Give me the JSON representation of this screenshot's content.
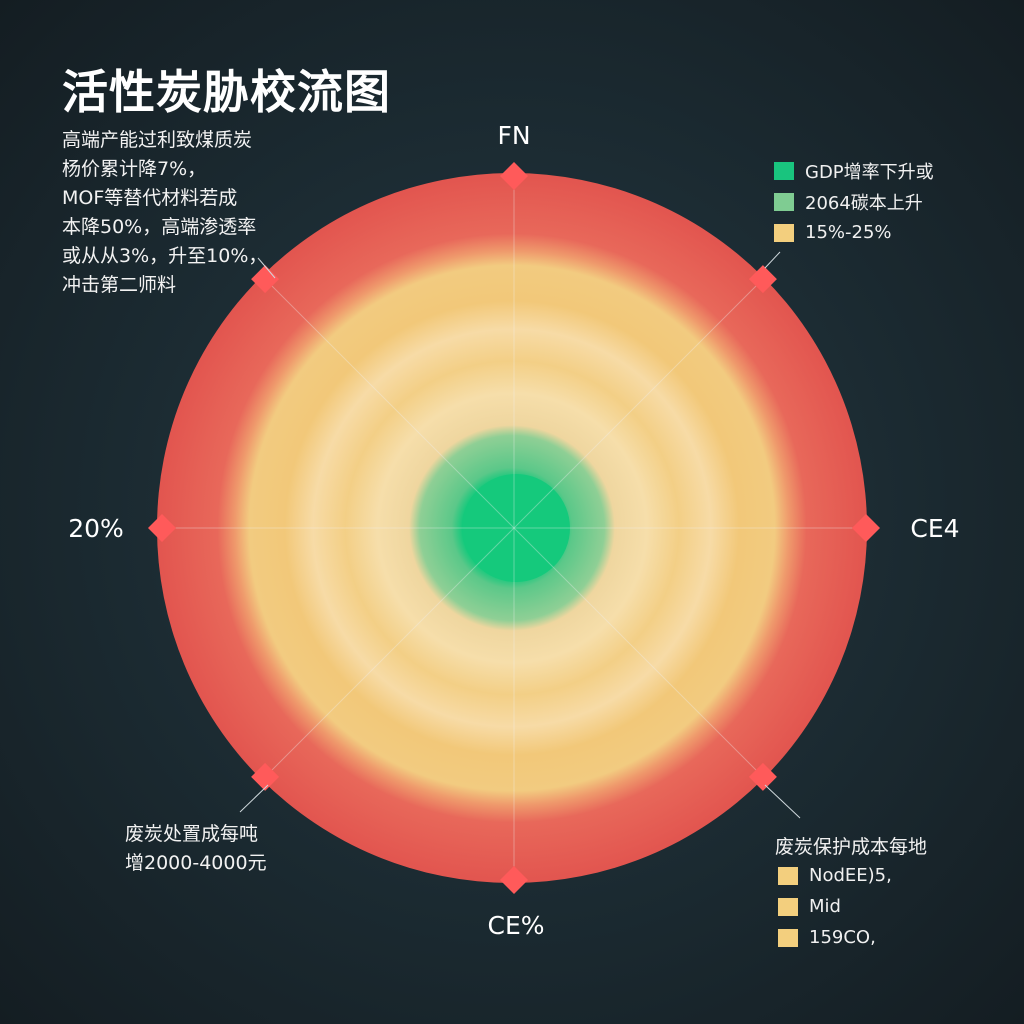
{
  "title": "活性炭胁校流图",
  "notes": {
    "top_left": "高端产能过利致煤质炭\n杨价累计降7%，\nMOF等替代材料若成\n本降50%，高端渗透率\n或从从3%，升至10%，\n冲击第二师料",
    "bottom_left": "废炭处置成每吨\n增2000-4000元"
  },
  "legend_top_right": [
    {
      "label": "GDP增率下升或",
      "color": "#19c47e"
    },
    {
      "label": "2064碳本上升",
      "color": "#7fcc92"
    },
    {
      "label": "15%-25%",
      "color": "#f3cf7e"
    }
  ],
  "legend_bottom_right": {
    "heading": "废炭保护成本每地",
    "items": [
      "NodEE)5,",
      "Mid",
      "159CO,"
    ]
  },
  "chart_data": {
    "type": "radial-risk-rings",
    "axes": [
      "FN",
      "CE4",
      "CE%",
      "20%"
    ],
    "colors": {
      "core": "#15c97c",
      "inner": "#7acd93",
      "middle": "#f6d9a0",
      "outer": "#f0c370",
      "edge": "#e45852",
      "marker": "#ff5a5a",
      "spoke": "#f0f0f0"
    }
  }
}
